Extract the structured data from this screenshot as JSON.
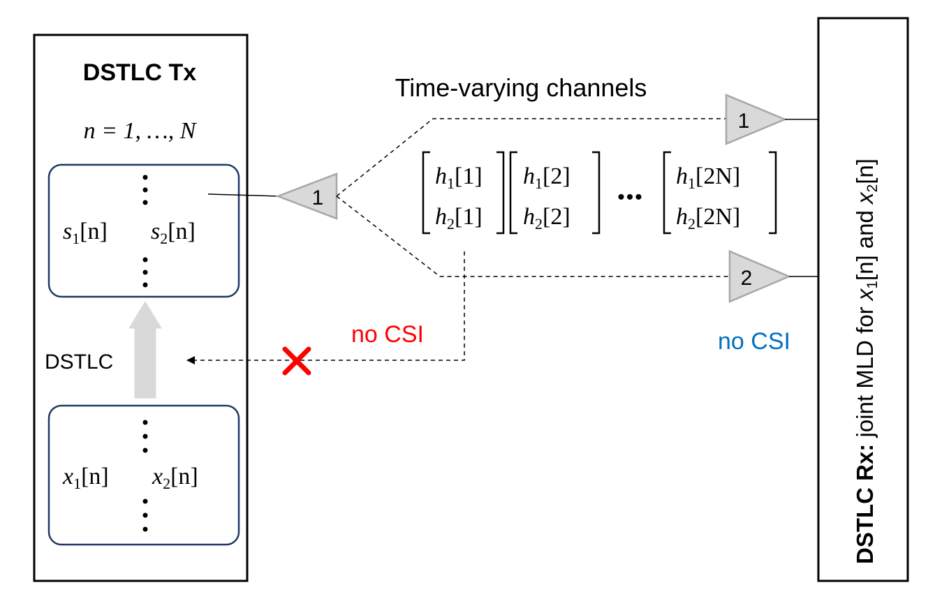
{
  "tx": {
    "title": "DSTLC Tx",
    "index_range": "n = 1, …, N",
    "s1": "s",
    "s1_sub": "1",
    "s1_arg": "[n]",
    "s2": "s",
    "s2_sub": "2",
    "s2_arg": "[n]",
    "x1": "x",
    "x1_sub": "1",
    "x1_arg": "[n]",
    "x2": "x",
    "x2_sub": "2",
    "x2_arg": "[n]",
    "dstlc_label": "DSTLC"
  },
  "channel": {
    "label": "Time-varying channels",
    "relay_label": "1",
    "matrices": [
      {
        "top": "h",
        "top_sub": "1",
        "top_arg": "[1]",
        "bot": "h",
        "bot_sub": "2",
        "bot_arg": "[1]"
      },
      {
        "top": "h",
        "top_sub": "1",
        "top_arg": "[2]",
        "bot": "h",
        "bot_sub": "2",
        "bot_arg": "[2]"
      },
      {
        "top": "h",
        "top_sub": "1",
        "top_arg": "[2N]",
        "bot": "h",
        "bot_sub": "2",
        "bot_arg": "[2N]"
      }
    ],
    "ellipsis": "•••"
  },
  "feedback": {
    "no_csi_tx": "no CSI",
    "no_csi_rx": "no CSI"
  },
  "rx": {
    "amp1_label": "1",
    "amp2_label": "2",
    "title_bold": "DSTLC Rx:",
    "title_rest": " joint MLD for ",
    "x1": "x",
    "x1_sub": "1",
    "x1_arg": "[n]",
    "and": " and ",
    "x2": "x",
    "x2_sub": "2",
    "x2_arg": "[n]"
  },
  "colors": {
    "box_border": "#1f3864",
    "triangle_fill": "#d9d9d9",
    "triangle_stroke": "#a6a6a6",
    "no_csi_red": "#ff0000",
    "no_csi_blue": "#0070c0",
    "block_arrow": "#d9d9d9"
  }
}
